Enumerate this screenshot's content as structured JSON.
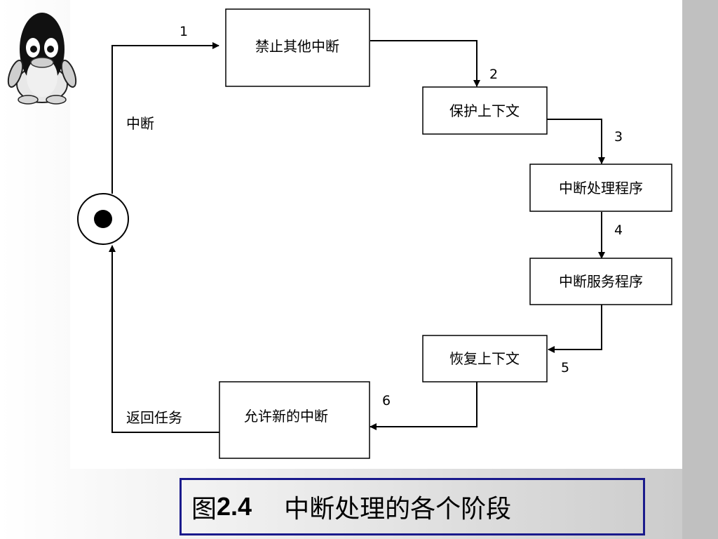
{
  "diagram": {
    "boxes": {
      "disable": "禁止其他中断",
      "save_context": "保护上下文",
      "handler": "中断处理程序",
      "service": "中断服务程序",
      "restore_context": "恢复上下文",
      "allow_new": "允许新的中断"
    },
    "labels": {
      "interrupt": "中断",
      "return_task": "返回任务"
    },
    "steps": [
      "1",
      "2",
      "3",
      "4",
      "5",
      "6"
    ],
    "caption": {
      "prefix": "图",
      "number": "2.4",
      "title": "中断处理的各个阶段"
    },
    "colors": {
      "caption_border": "#1a1a8c",
      "line": "#000000"
    },
    "icons": [
      "penguin-icon",
      "start-node-icon"
    ]
  }
}
